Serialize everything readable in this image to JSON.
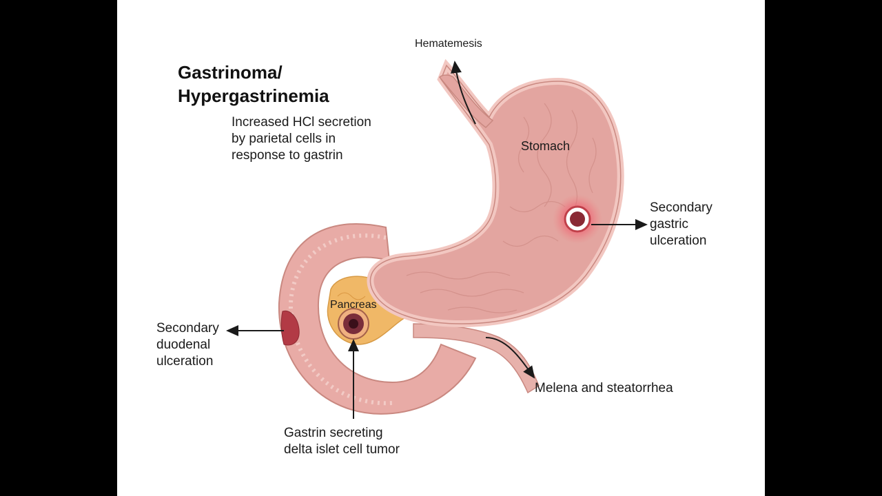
{
  "title_lines": [
    "Gastrinoma/",
    "Hypergastrinemia"
  ],
  "subtitle_lines": [
    "Increased HCl secretion",
    "by parietal cells in",
    "response to gastrin"
  ],
  "labels": {
    "hematemesis": "Hematemesis",
    "stomach": "Stomach",
    "pancreas": "Pancreas",
    "gastric_ulcer": [
      "Secondary",
      "gastric",
      "ulceration"
    ],
    "duodenal_ulcer": [
      "Secondary",
      "duodenal",
      "ulceration"
    ],
    "tumor": [
      "Gastrin secreting",
      "delta islet cell tumor"
    ],
    "melena": "Melena and steatorrhea"
  },
  "colors": {
    "page_background": "#000000",
    "slide_background": "#ffffff",
    "stomach_fill": "#e3a5a0",
    "stomach_wall": "#f2c7c1",
    "pancreas_fill": "#f0b867",
    "ulcer_red": "#c0404a",
    "arrow": "#1a1a1a"
  }
}
